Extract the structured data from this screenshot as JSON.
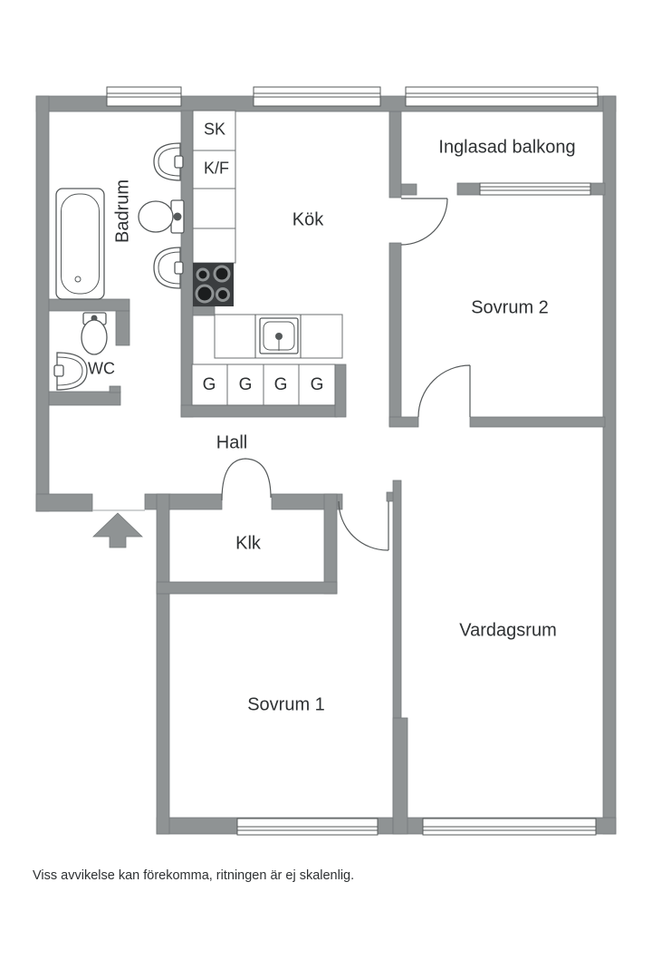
{
  "floorplan": {
    "labels": {
      "badrum": "Badrum",
      "kok": "Kök",
      "sk": "SK",
      "kf": "K/F",
      "inglasad_balkong": "Inglasad balkong",
      "sovrum2": "Sovrum 2",
      "wc": "WC",
      "hall": "Hall",
      "klk": "Klk",
      "sovrum1": "Sovrum 1",
      "vardagsrum": "Vardagsrum"
    },
    "wardrobes": [
      "G",
      "G",
      "G",
      "G"
    ],
    "disclaimer": "Viss avvikelse kan förekomma, ritningen är ej skalenlig.",
    "colors": {
      "wall": "#8F9394",
      "wall_outline": "#74797A",
      "line": "#55595A",
      "text": "#2E3133",
      "stove": "#3A3D3F"
    }
  }
}
